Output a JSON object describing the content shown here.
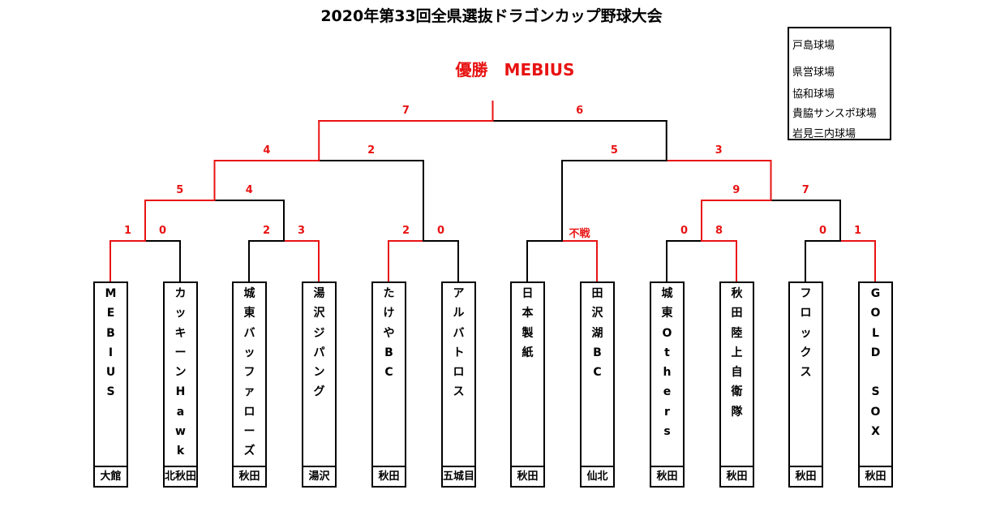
{
  "title": "2020年第33回全県選抜ドラゴンカップ野球大会",
  "champion": "優勝　MEBIUS",
  "venues": [
    "戸島球場",
    "県営球場",
    "協和球場",
    "貴脇サンスポ球場",
    "岩見三内球場"
  ],
  "colors": {
    "win": "#e81313",
    "line": "#000000"
  },
  "teams": [
    {
      "name": "MEBIUS",
      "region": "大館"
    },
    {
      "name": "カッキーンHawk",
      "region": "北秋田"
    },
    {
      "name": "城東バッファローズ",
      "region": "秋田"
    },
    {
      "name": "湯沢ジパング",
      "region": "湯沢"
    },
    {
      "name": "たけやBC",
      "region": "秋田"
    },
    {
      "name": "アルバトロス",
      "region": "五城目"
    },
    {
      "name": "日本製紙",
      "region": "秋田"
    },
    {
      "name": "田沢湖BC",
      "region": "仙北"
    },
    {
      "name": "城東Others",
      "region": "秋田"
    },
    {
      "name": "秋田陸上自衛隊",
      "region": "秋田"
    },
    {
      "name": "フロックス",
      "region": "秋田"
    },
    {
      "name": "GOLD SOX",
      "region": "秋田"
    }
  ],
  "matches": [
    {
      "id": "r1a",
      "left": {
        "team": 0
      },
      "right": {
        "team": 1
      },
      "score_left": "1",
      "score_right": "0",
      "winner": "left"
    },
    {
      "id": "r1b",
      "left": {
        "team": 2
      },
      "right": {
        "team": 3
      },
      "score_left": "2",
      "score_right": "3",
      "winner": "right"
    },
    {
      "id": "r1c",
      "left": {
        "team": 4
      },
      "right": {
        "team": 5
      },
      "score_left": "2",
      "score_right": "0",
      "winner": "left"
    },
    {
      "id": "r1d",
      "left": {
        "team": 6
      },
      "right": {
        "team": 7
      },
      "score_left": "",
      "score_right": "不戦",
      "winner": "right"
    },
    {
      "id": "r1e",
      "left": {
        "team": 8
      },
      "right": {
        "team": 9
      },
      "score_left": "0",
      "score_right": "8",
      "winner": "right"
    },
    {
      "id": "r1f",
      "left": {
        "team": 10
      },
      "right": {
        "team": 11
      },
      "score_left": "0",
      "score_right": "1",
      "winner": "right"
    },
    {
      "id": "r2a",
      "left": {
        "match": "r1a"
      },
      "right": {
        "match": "r1b"
      },
      "score_left": "5",
      "score_right": "4",
      "winner": "left"
    },
    {
      "id": "r2b",
      "left": {
        "match": "r1e"
      },
      "right": {
        "match": "r1f"
      },
      "score_left": "9",
      "score_right": "7",
      "winner": "left"
    },
    {
      "id": "qfa",
      "left": {
        "match": "r2a"
      },
      "right": {
        "match": "r1c"
      },
      "score_left": "4",
      "score_right": "2",
      "winner": "left"
    },
    {
      "id": "qfb",
      "left": {
        "match": "r1d"
      },
      "right": {
        "match": "r2b"
      },
      "score_left": "5",
      "score_right": "3",
      "winner": "right"
    },
    {
      "id": "final",
      "left": {
        "match": "qfa"
      },
      "right": {
        "match": "qfb"
      },
      "score_left": "7",
      "score_right": "6",
      "winner": "left"
    }
  ]
}
